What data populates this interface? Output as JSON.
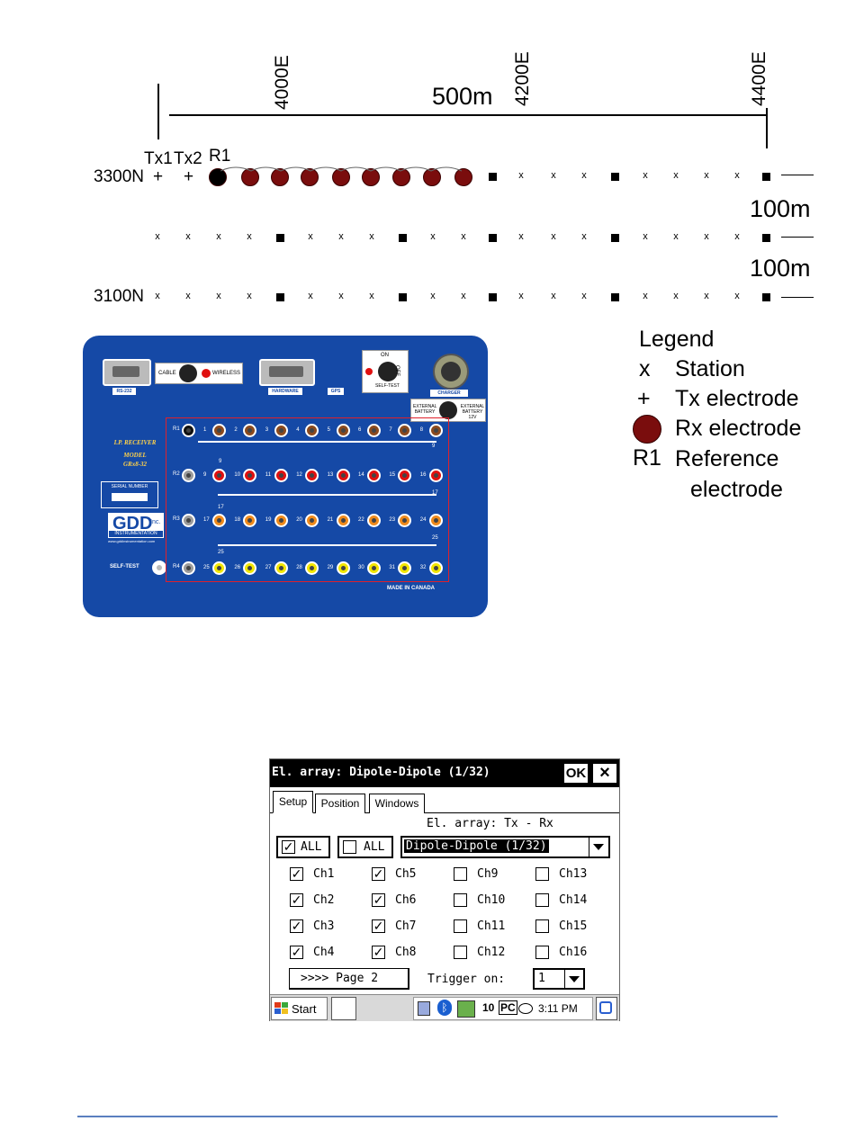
{
  "map": {
    "eastings": [
      "4000E",
      "4200E",
      "4400E"
    ],
    "scale_label": "500m",
    "spacing_label_1": "100m",
    "spacing_label_2": "100m",
    "line_top": "3300N",
    "line_bottom": "3100N",
    "tx1": "Tx1",
    "tx2": "Tx2",
    "r1": "R1",
    "plus": "+",
    "station_mark": "x"
  },
  "legend": {
    "title": "Legend",
    "station_symbol": "x",
    "station_label": "Station",
    "tx_symbol": "+",
    "tx_label": "Tx  electrode",
    "rx_label": "Rx  electrode",
    "ref_symbol": "R1",
    "ref_label_1": "Reference",
    "ref_label_2": "electrode"
  },
  "device": {
    "rs232": "RS-232",
    "cable": "CABLE",
    "wireless": "WIRELESS",
    "hardware": "HARDWARE",
    "gps": "GPS",
    "on": "ON",
    "off": "OFF",
    "self_test_btn": "SELF-TEST",
    "charger": "CHARGER",
    "ext_battery": "EXTERNAL BATTERY",
    "ext_battery_12v": "EXTERNAL BATTERY 12V",
    "brand_line1": "I.P. RECEIVER",
    "brand_line2": "MODEL",
    "brand_line3": "GRx8-32",
    "serial": "SERIAL NUMBER",
    "logo": "GDD",
    "logo_inc": "Inc.",
    "logo_sub": "INSTRUMENTATION",
    "website": "www.gddinstrumentation.com",
    "self_test": "SELF-TEST",
    "made_in": "MADE IN CANADA",
    "row_labels": [
      "R1",
      "R2",
      "R3",
      "R4"
    ],
    "jumper_labels": [
      "9",
      "9",
      "17",
      "17",
      "25",
      "25"
    ],
    "colors": {
      "panel": "#1549a6",
      "brown": "#8b4a1e",
      "red": "#e01010",
      "orange": "#ef8a1c",
      "yellow": "#f2e600",
      "gray": "#9b9b9b",
      "black": "#111111",
      "wire": "#e0202a"
    }
  },
  "dialog": {
    "title": "El. array: Dipole-Dipole (1/32)",
    "ok": "OK",
    "close": "×",
    "tabs": [
      "Setup",
      "Position",
      "Windows"
    ],
    "section_label": "El. array: Tx - Rx",
    "all_checked_label": "ALL",
    "all_unchecked_label": "ALL",
    "array_select": "Dipole-Dipole (1/32)",
    "channels": [
      {
        "label": "Ch1",
        "checked": true
      },
      {
        "label": "Ch2",
        "checked": true
      },
      {
        "label": "Ch3",
        "checked": true
      },
      {
        "label": "Ch4",
        "checked": true
      },
      {
        "label": "Ch5",
        "checked": true
      },
      {
        "label": "Ch6",
        "checked": true
      },
      {
        "label": "Ch7",
        "checked": true
      },
      {
        "label": "Ch8",
        "checked": true
      },
      {
        "label": "Ch9",
        "checked": false
      },
      {
        "label": "Ch10",
        "checked": false
      },
      {
        "label": "Ch11",
        "checked": false
      },
      {
        "label": "Ch12",
        "checked": false
      },
      {
        "label": "Ch13",
        "checked": false
      },
      {
        "label": "Ch14",
        "checked": false
      },
      {
        "label": "Ch15",
        "checked": false
      },
      {
        "label": "Ch16",
        "checked": false
      }
    ],
    "page_button": ">>>> Page 2",
    "trigger_label": "Trigger on:",
    "trigger_value": "1",
    "start": "Start",
    "tray_io": "10",
    "tray_pc": "PC",
    "clock": "3:11 PM"
  }
}
